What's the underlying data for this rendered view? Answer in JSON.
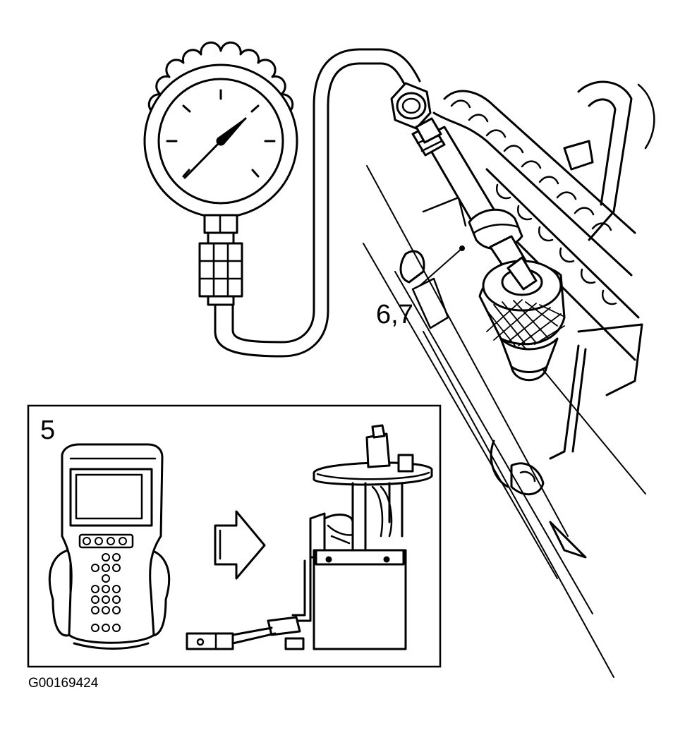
{
  "figure": {
    "id": "G00169424",
    "callouts": {
      "gauge_connection": "6,7",
      "inset_step": "5"
    },
    "icons": [
      "pressure-gauge-icon",
      "fuel-hose-icon",
      "fuel-rail-icon",
      "scan-tool-icon",
      "arrow-right-icon",
      "fuel-pump-module-icon"
    ]
  }
}
